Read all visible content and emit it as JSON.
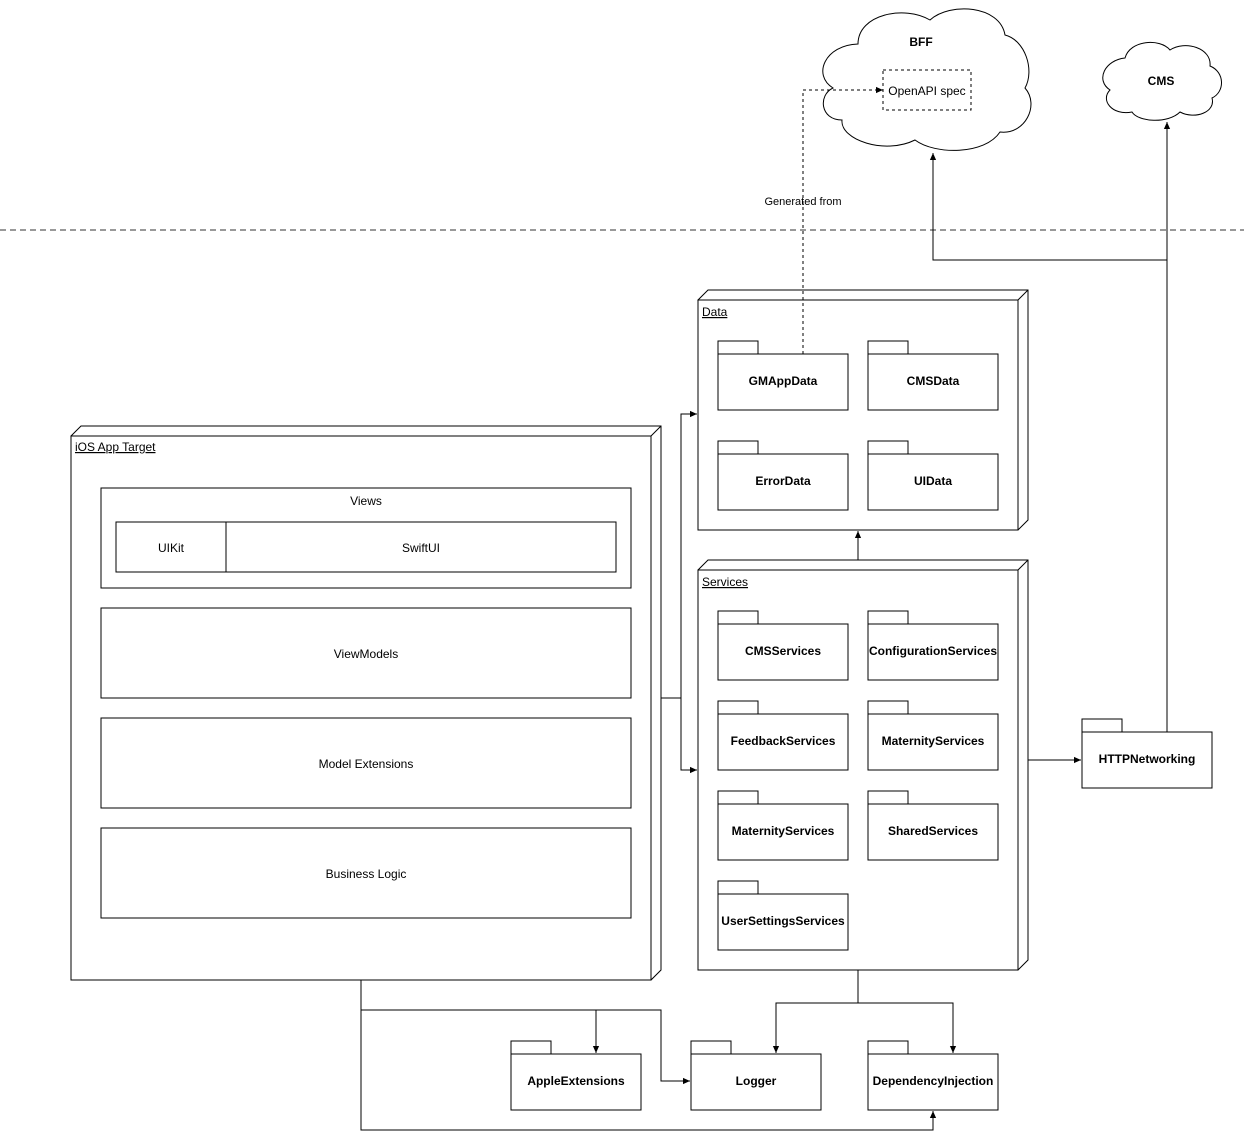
{
  "clouds": {
    "bff": "BFF",
    "openapi": "OpenAPI spec",
    "cms": "CMS"
  },
  "edge_labels": {
    "generated_from": "Generated from"
  },
  "ios_target": {
    "title": "iOS App Target",
    "views": "Views",
    "uikit": "UIKit",
    "swiftui": "SwiftUI",
    "viewmodels": "ViewModels",
    "model_extensions": "Model Extensions",
    "business_logic": "Business Logic"
  },
  "data_node": {
    "title": "Data",
    "packages": [
      "GMAppData",
      "CMSData",
      "ErrorData",
      "UIData"
    ]
  },
  "services_node": {
    "title": "Services",
    "packages": [
      "CMSServices",
      "ConfigurationServices",
      "FeedbackServices",
      "MaternityServices",
      "MaternityServices",
      "SharedServices",
      "UserSettingsServices"
    ]
  },
  "external": {
    "http": "HTTPNetworking",
    "apple_ext": "AppleExtensions",
    "logger": "Logger",
    "di": "DependencyInjection"
  }
}
